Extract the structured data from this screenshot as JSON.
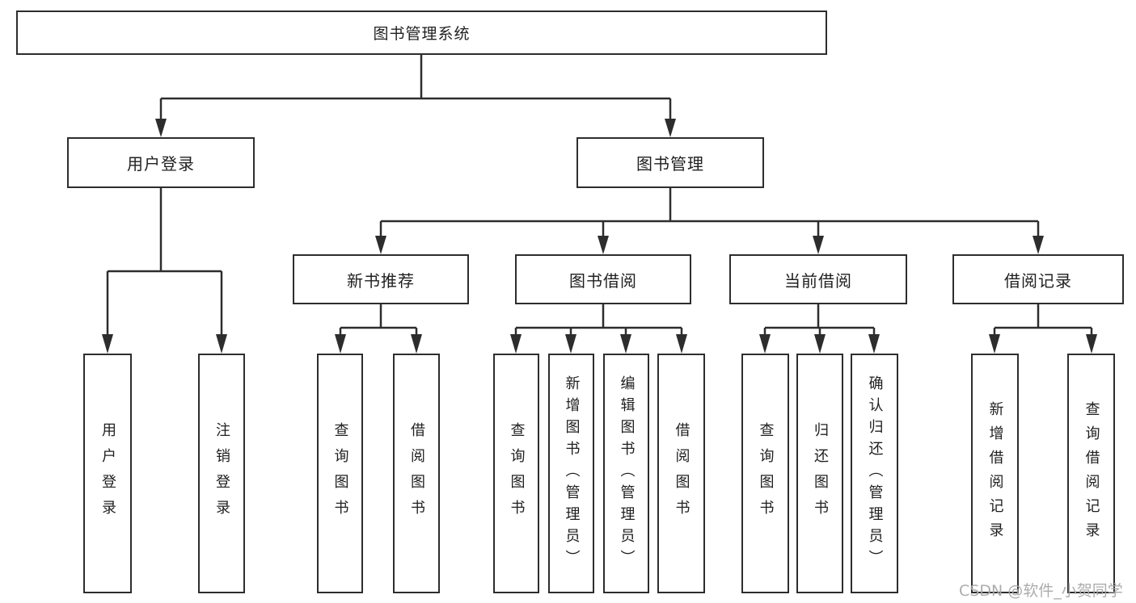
{
  "diagram": {
    "title": "图书管理系统",
    "root": {
      "label": "图书管理系统"
    },
    "level2": [
      {
        "label": "用户登录"
      },
      {
        "label": "图书管理"
      }
    ],
    "level3": [
      {
        "label": "新书推荐"
      },
      {
        "label": "图书借阅"
      },
      {
        "label": "当前借阅"
      },
      {
        "label": "借阅记录"
      }
    ],
    "leaves": {
      "user_login": [
        "用户登录",
        "注销登录"
      ],
      "new_book_recommend": [
        "查询图书",
        "借阅图书"
      ],
      "book_borrow": [
        "查询图书",
        "新增图书（管理员）",
        "编辑图书（管理员）",
        "借阅图书"
      ],
      "current_borrow": [
        "查询图书",
        "归还图书",
        "确认归还（管理员）"
      ],
      "borrow_records": [
        "新增借阅记录",
        "查询借阅记录"
      ]
    }
  },
  "watermark": "CSDN @软件_小贺同学",
  "colors": {
    "line": "#2d2d2d",
    "text": "#1f1f1f",
    "watermark": "#a8a8a8",
    "background": "#ffffff"
  }
}
